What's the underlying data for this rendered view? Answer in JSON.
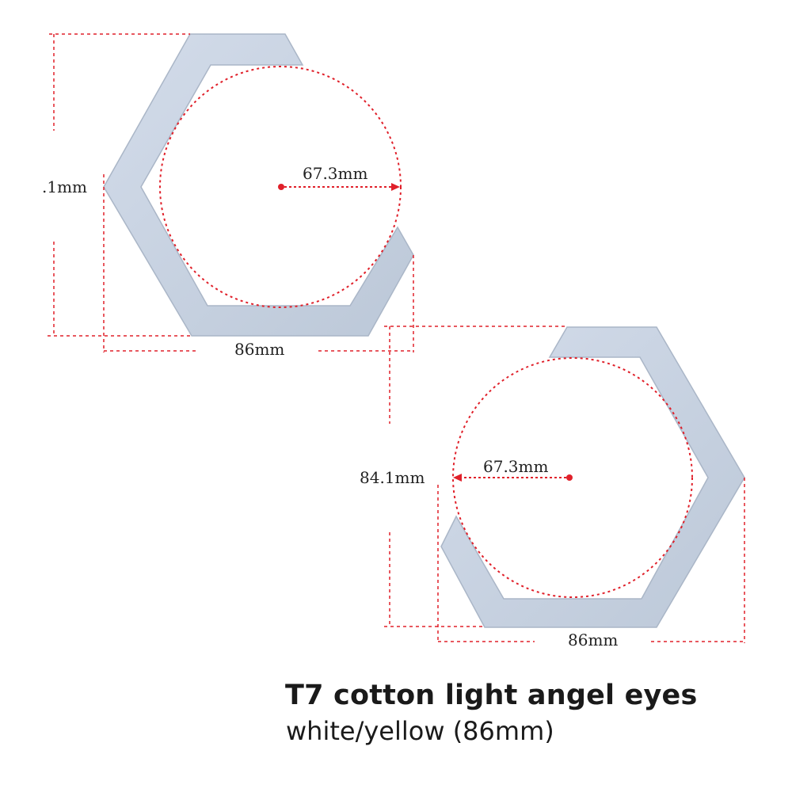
{
  "product": {
    "title": "T7 cotton light angel eyes",
    "subtitle": "white/yellow (86mm)"
  },
  "ring_left": {
    "height_label": ".1mm",
    "width_label": "86mm",
    "radius_label": "67.3mm"
  },
  "ring_right": {
    "height_label": "84.1mm",
    "width_label": "86mm",
    "radius_label": "67.3mm"
  },
  "colors": {
    "ring_fill": "#c8d3e2",
    "ring_shadow": "#a9b5c6",
    "dimension_line": "#e0202a",
    "text": "#1a1a1a"
  }
}
